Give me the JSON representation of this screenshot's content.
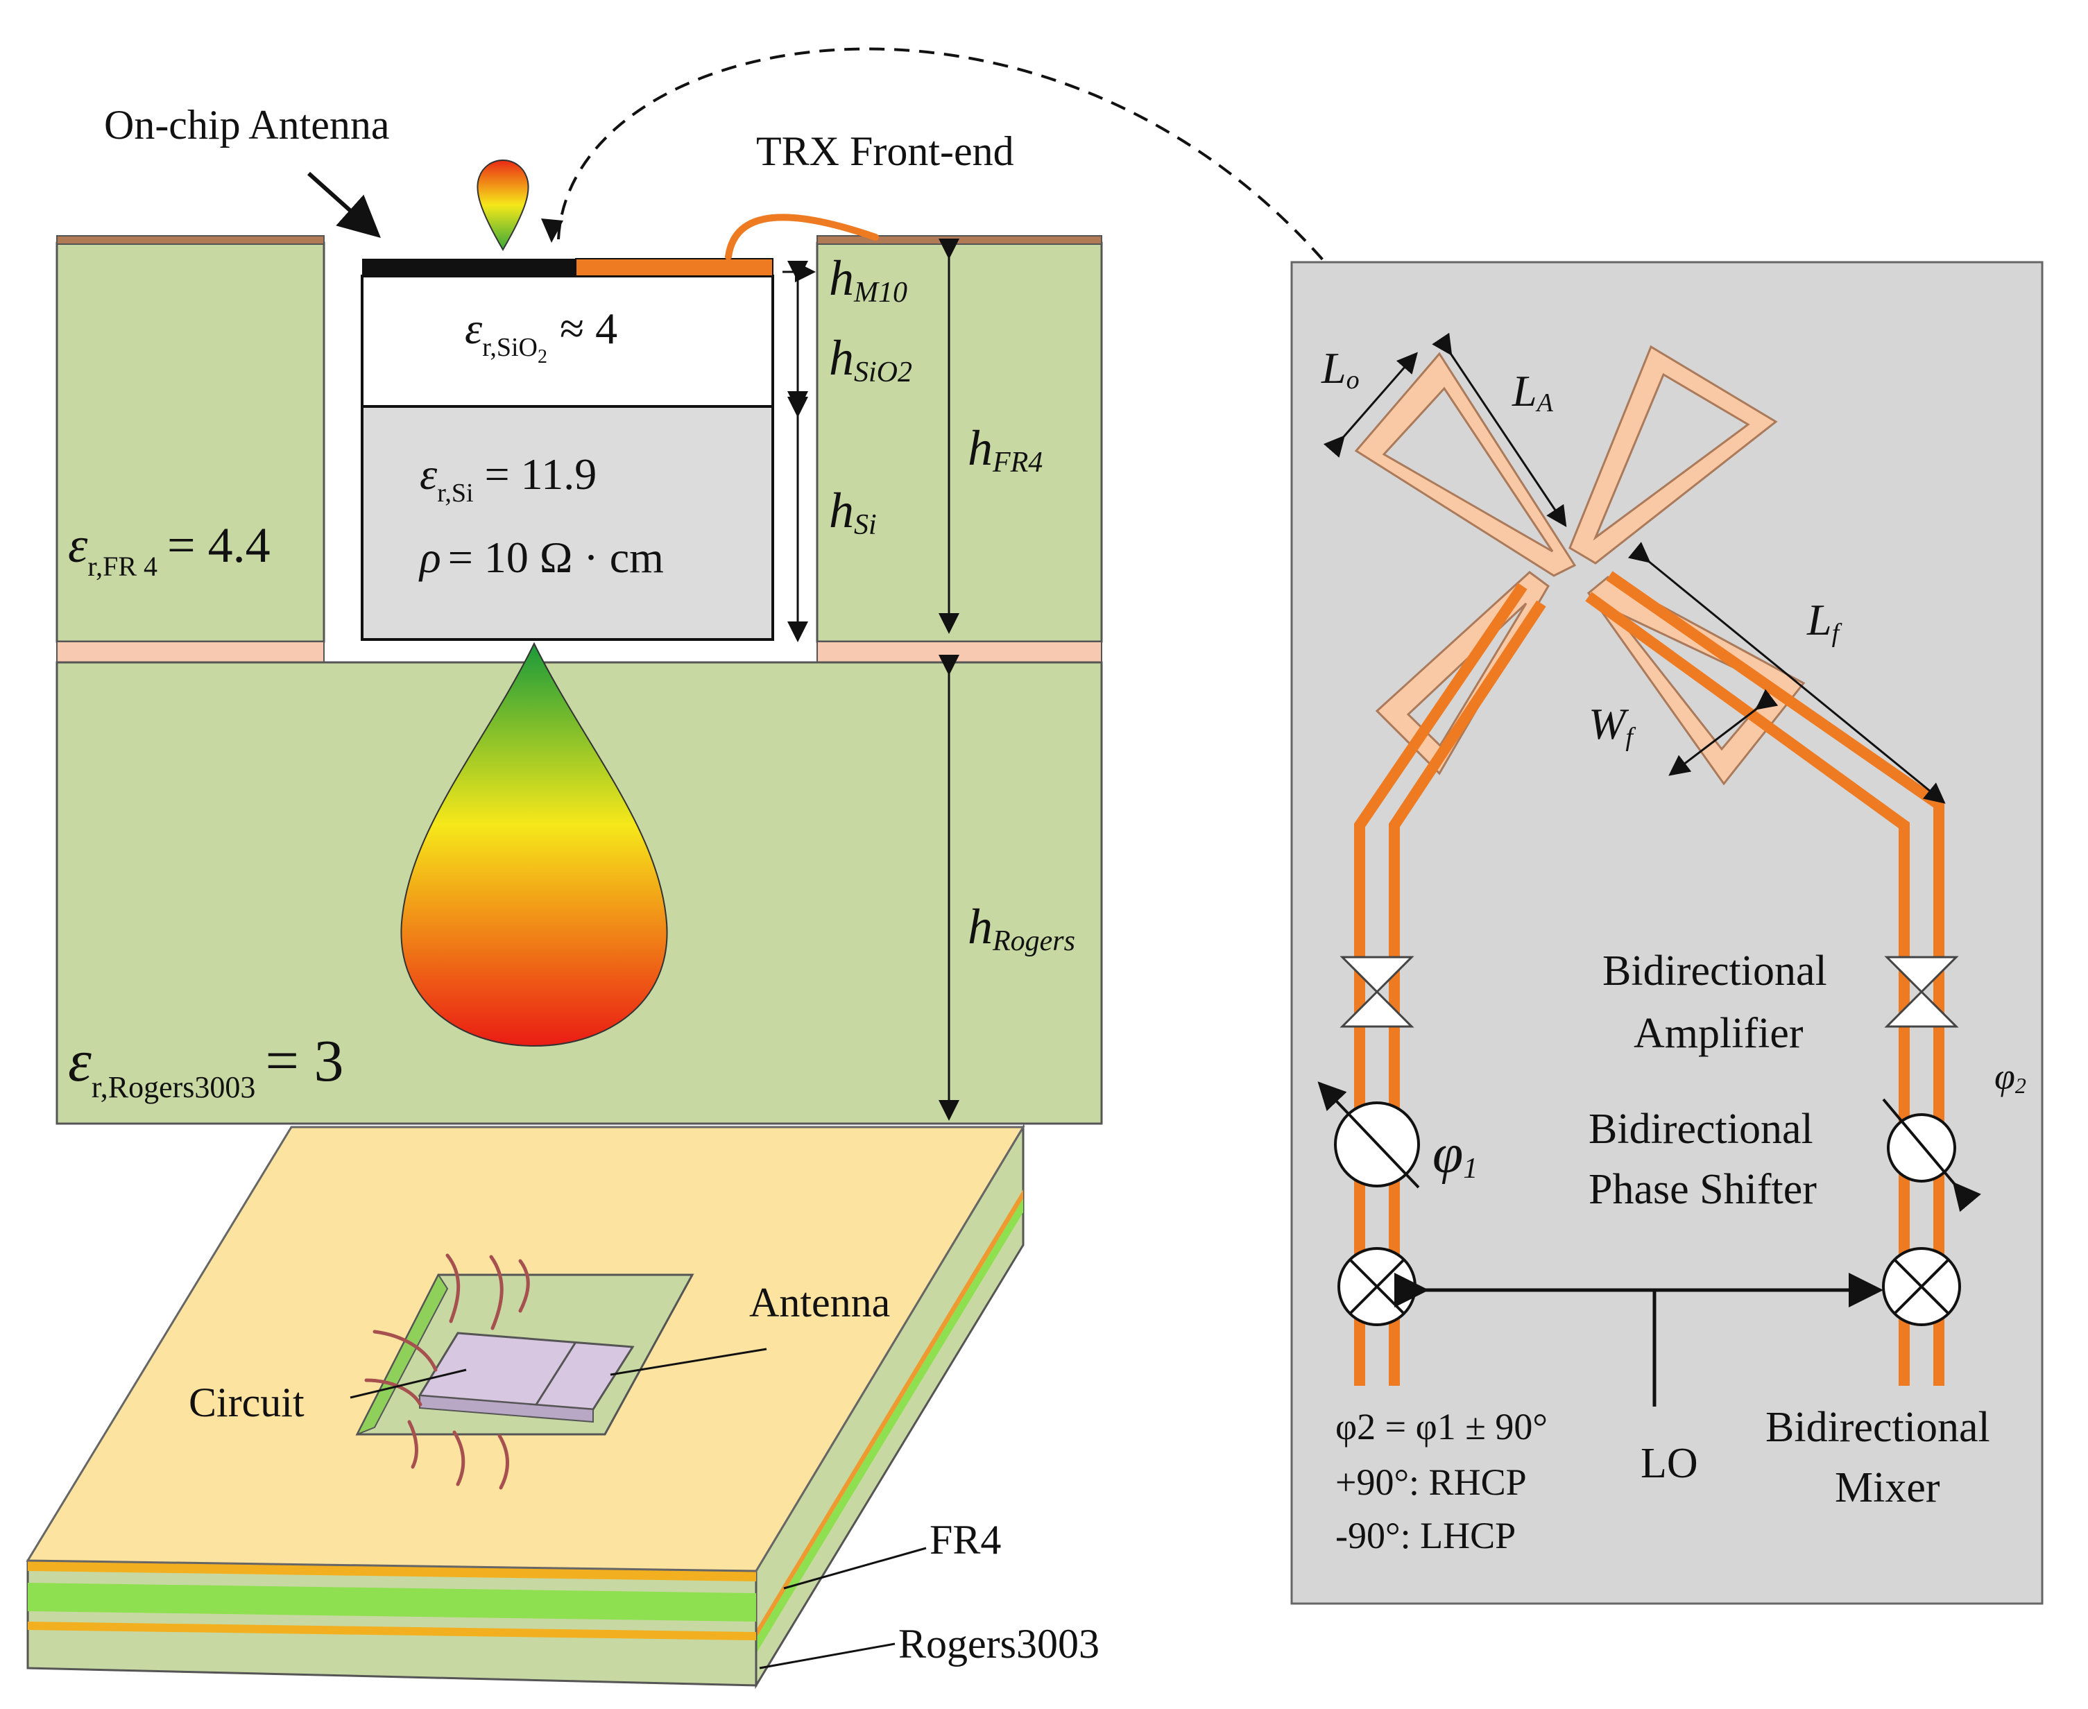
{
  "labels": {
    "on_chip_antenna": "On-chip Antenna",
    "trx_front_end": "TRX Front-end",
    "h_m10": "M10",
    "h_sio2": "SiO2",
    "h_fr4": "FR4",
    "h_si": "Si",
    "h_rogers": "Rogers",
    "eps_sio2_sub": "r,SiO",
    "eps_sio2_sub2": "2",
    "eps_sio2_val": "≈ 4",
    "eps_si_sub": "r,Si",
    "eps_si_val": "= 11.9",
    "rho_text": "= 10 Ω · cm",
    "eps_fr4_sub": "r,FR 4",
    "eps_fr4_val": "= 4.4",
    "eps_rogers_sub": "r,Rogers3003",
    "eps_rogers_val": "= 3",
    "antenna": "Antenna",
    "circuit": "Circuit",
    "fr4": "FR4",
    "rogers3003": "Rogers3003",
    "lo_dim": "o",
    "la_dim": "A",
    "lf_dim": "f",
    "wf_dim": "f",
    "bidir_amp_1": "Bidirectional",
    "bidir_amp_2": "Amplifier",
    "bidir_ps_1": "Bidirectional",
    "bidir_ps_2": "Phase Shifter",
    "phi1_sub": "1",
    "phi2_sub": "2",
    "phase_eq": "φ2 = φ1 ± 90°",
    "rhcp": "+90°: RHCP",
    "lhcp": "-90°: LHCP",
    "lo": "LO",
    "bidir_mix_1": "Bidirectional",
    "bidir_mix_2": "Mixer"
  },
  "colors": {
    "green_substrate": "#c8d8a2",
    "orange_line": "#ee7b22",
    "antenna_fill": "#f9c9a6",
    "grey_panel": "#d6d6d6",
    "pink_layer": "#f6c9b0",
    "board_top": "#fde3a0"
  }
}
